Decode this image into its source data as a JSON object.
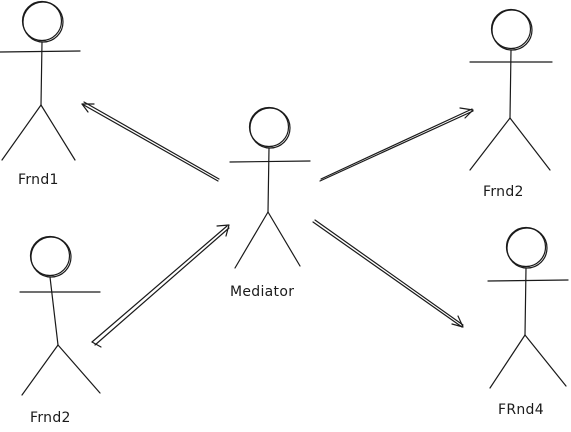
{
  "actors": {
    "mediator": {
      "name": "Mediator"
    },
    "frnd1": {
      "name": "Frnd1"
    },
    "frnd2_top_right": {
      "name": "Frnd2"
    },
    "frnd2_bottom_left": {
      "name": "Frnd2"
    },
    "frnd4": {
      "name": "FRnd4"
    }
  },
  "connections": [
    {
      "from": "mediator",
      "to": "frnd1"
    },
    {
      "from": "mediator",
      "to": "frnd2_top_right"
    },
    {
      "from": "frnd2_bottom_left",
      "to": "mediator"
    },
    {
      "from": "mediator",
      "to": "frnd4"
    }
  ]
}
